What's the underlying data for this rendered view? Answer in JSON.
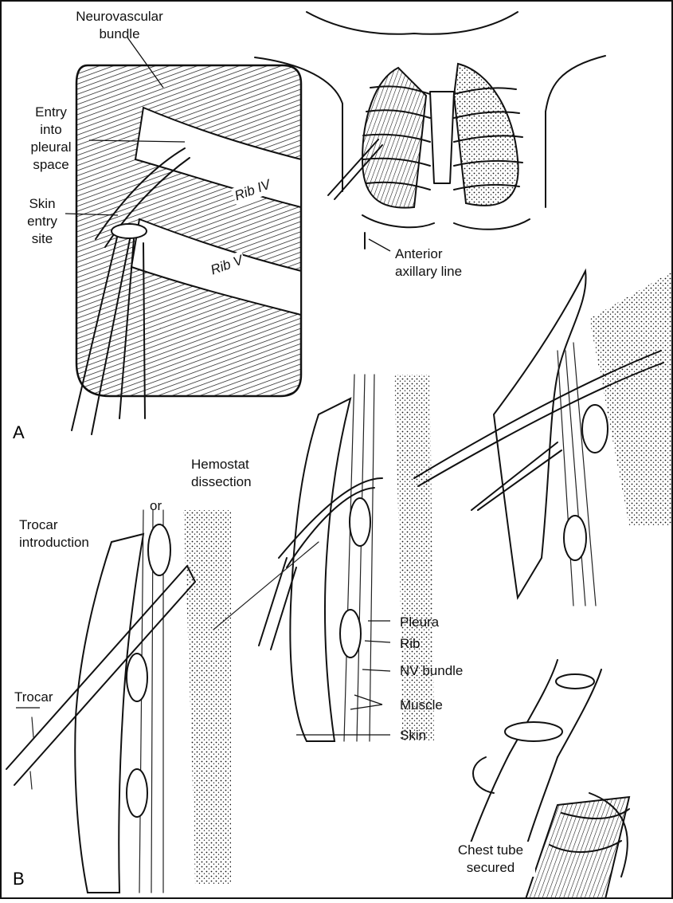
{
  "figure": {
    "panels": [
      "A",
      "B"
    ],
    "labels": {
      "neurovascular_bundle": [
        "Neurovascular",
        "bundle"
      ],
      "entry_pleural": [
        "Entry",
        "into",
        "pleural",
        "space"
      ],
      "skin_entry": [
        "Skin",
        "entry",
        "site"
      ],
      "rib_iv": "Rib IV",
      "rib_v": "Rib V",
      "anterior_axillary": [
        "Anterior",
        "axillary line"
      ],
      "hemostat": [
        "Hemostat",
        "dissection"
      ],
      "or": "or",
      "trocar_intro": [
        "Trocar",
        "introduction"
      ],
      "trocar": "Trocar",
      "pleura": "Pleura",
      "rib": "Rib",
      "nv_bundle": "NV bundle",
      "muscle": "Muscle",
      "skin": "Skin",
      "chest_tube": [
        "Chest tube",
        "secured"
      ]
    }
  }
}
